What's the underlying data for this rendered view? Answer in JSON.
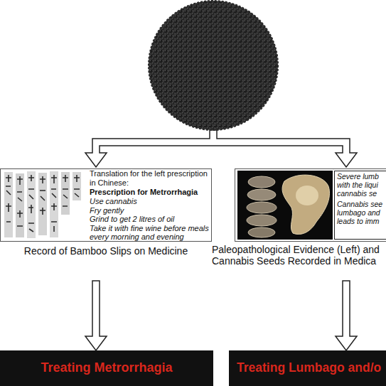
{
  "diagram": {
    "nodes": [
      {
        "text": [
          "Translation for the left prescription in Chinese:",
          "Prescription for Metrorrhagia",
          "Use cannabis",
          "Fry gently",
          "Grind to get 2 litres of oil",
          "Take it with fine wine before meals every morning and evening",
          "Record of Bamboo Slips on Medicine"
        ]
      },
      {
        "text": [
          "Paleopathological Evidence (Left) and Cannabis Seeds Recorded in Medica"
        ]
      },
      {
        "text": [
          "Severe lumb with the liqui cannabis se",
          "Cannabis see lumbago and leads to imm"
        ],
        "in": 1
      },
      {
        "text": [
          "Treating Metrorrhagia"
        ]
      },
      {
        "text": [
          "Treating Lumbago and/o"
        ]
      }
    ],
    "edges": [
      {
        "from": 0,
        "to": 3,
        "arrow": "to"
      },
      {
        "from": 1,
        "to": 4,
        "arrow": "to"
      }
    ]
  }
}
